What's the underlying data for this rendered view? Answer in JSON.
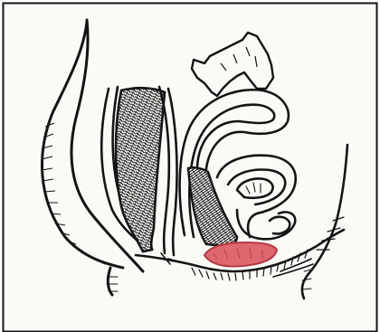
{
  "figure": {
    "style": "pen-and-ink anatomical sketch, sagittal view",
    "colors": {
      "background": "#ffffff",
      "ink": "#141414",
      "paper": "#fbfaf7",
      "highlight_fill": "#e0676f",
      "highlight_stroke": "#b43a45"
    },
    "regions": [
      "outer-frame",
      "abdominal-wall",
      "anterior-wall-hatching",
      "column-left",
      "column-middle-crosshatched",
      "column-right",
      "upper-curved-organ",
      "irregular-top-structure",
      "central-crosshatched-organ",
      "inner-loop-structure",
      "right-posterior-wall",
      "floor-line",
      "red-highlighted-region",
      "lower-hatching"
    ]
  }
}
